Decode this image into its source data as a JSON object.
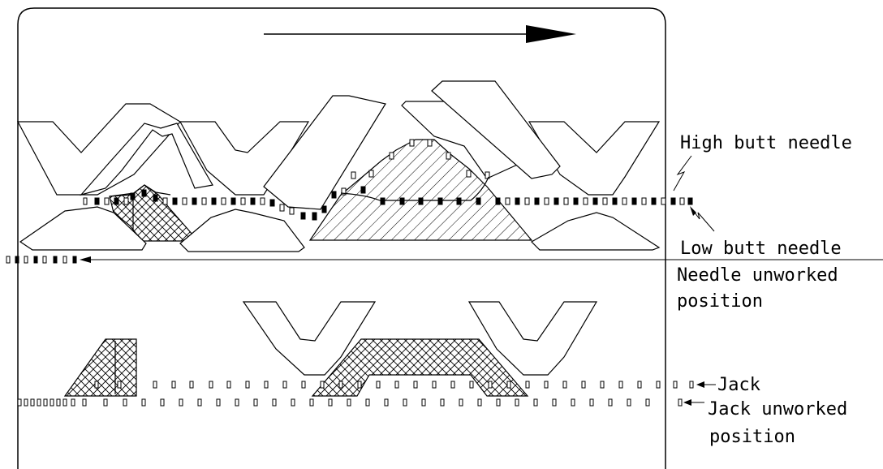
{
  "labels": {
    "high_butt_needle": "High butt needle",
    "low_butt_needle": "Low butt needle",
    "needle_unworked_line1": "Needle unworked",
    "needle_unworked_line2": "position",
    "jack": "Jack",
    "jack_unworked_line1": "Jack unworked",
    "jack_unworked_line2": "position"
  },
  "colors": {
    "stroke": "#000000",
    "background": "#ffffff"
  }
}
